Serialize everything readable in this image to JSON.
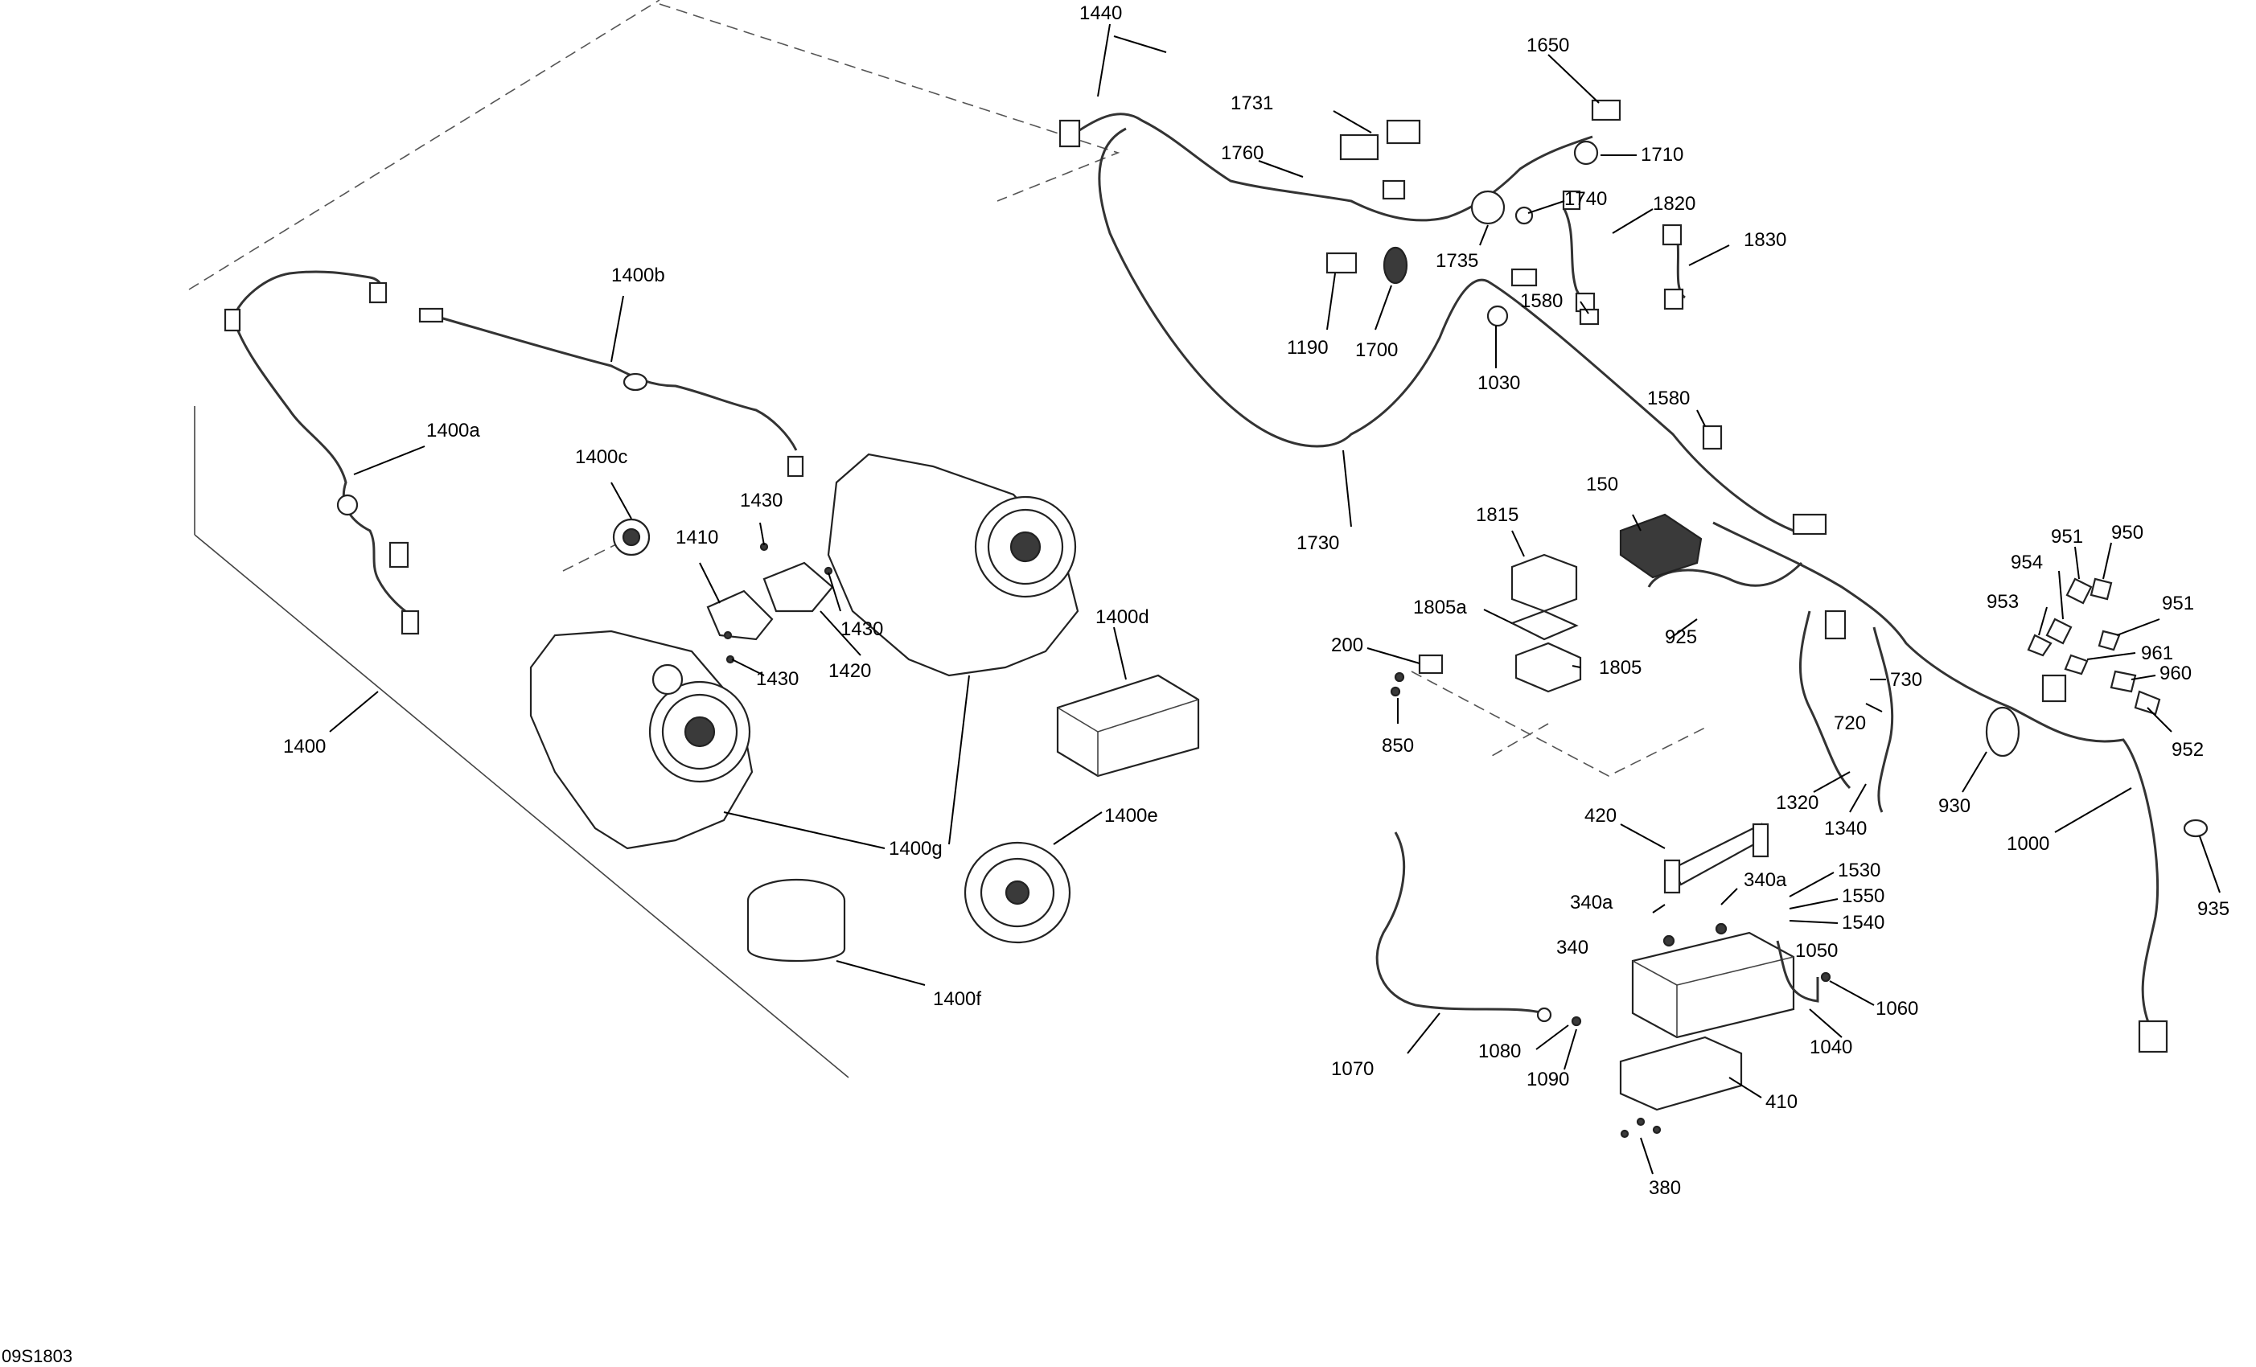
{
  "drawing_code": "09S1803",
  "labels": {
    "l1440": "1440",
    "l1650": "1650",
    "l1731": "1731",
    "l1760": "1760",
    "l1710": "1710",
    "l1740": "1740",
    "l1820": "1820",
    "l1830": "1830",
    "l1735": "1735",
    "l1580a": "1580",
    "l1190": "1190",
    "l1700": "1700",
    "l1030": "1030",
    "l1580b": "1580",
    "l1730": "1730",
    "l1400b": "1400b",
    "l1400a": "1400a",
    "l1400c": "1400c",
    "l1430a": "1430",
    "l1410": "1410",
    "l1430b": "1430",
    "l1420": "1420",
    "l1430c": "1430",
    "l1400": "1400",
    "l1400d": "1400d",
    "l1400g": "1400g",
    "l1400e": "1400e",
    "l1400f": "1400f",
    "l150": "150",
    "l1815": "1815",
    "l1805a": "1805a",
    "l1805": "1805",
    "l200": "200",
    "l850": "850",
    "l925": "925",
    "l951a": "951",
    "l950": "950",
    "l954": "954",
    "l953": "953",
    "l951b": "951",
    "l961": "961",
    "l960": "960",
    "l952": "952",
    "l730": "730",
    "l720": "720",
    "l930": "930",
    "l1320": "1320",
    "l1340": "1340",
    "l1000": "1000",
    "l935": "935",
    "l420": "420",
    "l340a_l": "340a",
    "l340a_r": "340a",
    "l1530": "1530",
    "l1550": "1550",
    "l1540": "1540",
    "l340": "340",
    "l1050": "1050",
    "l1060": "1060",
    "l1040": "1040",
    "l1070": "1070",
    "l1080": "1080",
    "l1090": "1090",
    "l410": "410",
    "l380": "380"
  }
}
